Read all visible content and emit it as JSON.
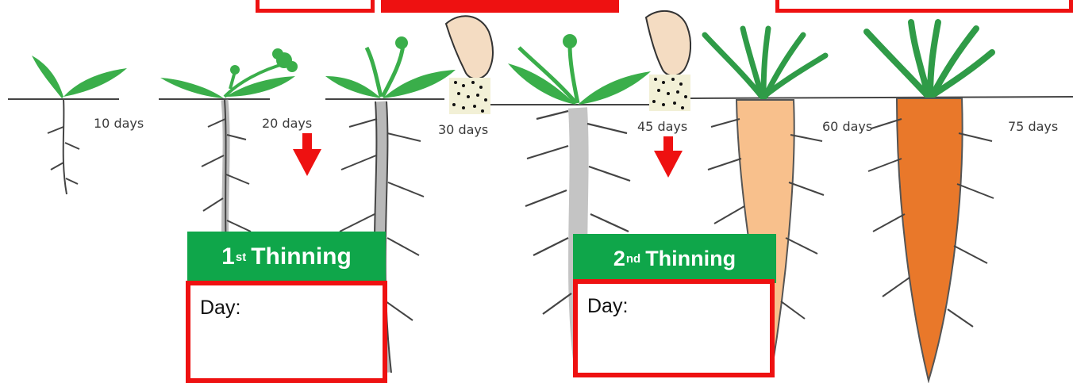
{
  "stage_labels": [
    {
      "id": "d10",
      "text": "10 days"
    },
    {
      "id": "d20",
      "text": "20 days"
    },
    {
      "id": "d30",
      "text": "30 days"
    },
    {
      "id": "d45",
      "text": "45 days"
    },
    {
      "id": "d60",
      "text": "60 days"
    },
    {
      "id": "d75",
      "text": "75 days"
    }
  ],
  "thinnings": [
    {
      "number": "1",
      "ordinal": "st",
      "word": "Thinning",
      "day_label": "Day:",
      "day_value": ""
    },
    {
      "number": "2",
      "ordinal": "nd",
      "word": "Thinning",
      "day_label": "Day:",
      "day_value": ""
    }
  ],
  "colors": {
    "leaf_green": "#3aae4a",
    "thinning_banner": "#0fa64a",
    "answer_border": "#ee1111",
    "arrow_red": "#ee1111",
    "root_grey": "#b9b9b9",
    "carrot_light": "#f8c08c",
    "carrot_dark": "#e9782a",
    "skin_hand": "#f4dcc2"
  },
  "icons": [
    "hand-sowing-fertilizer-icon",
    "down-arrow-icon"
  ]
}
